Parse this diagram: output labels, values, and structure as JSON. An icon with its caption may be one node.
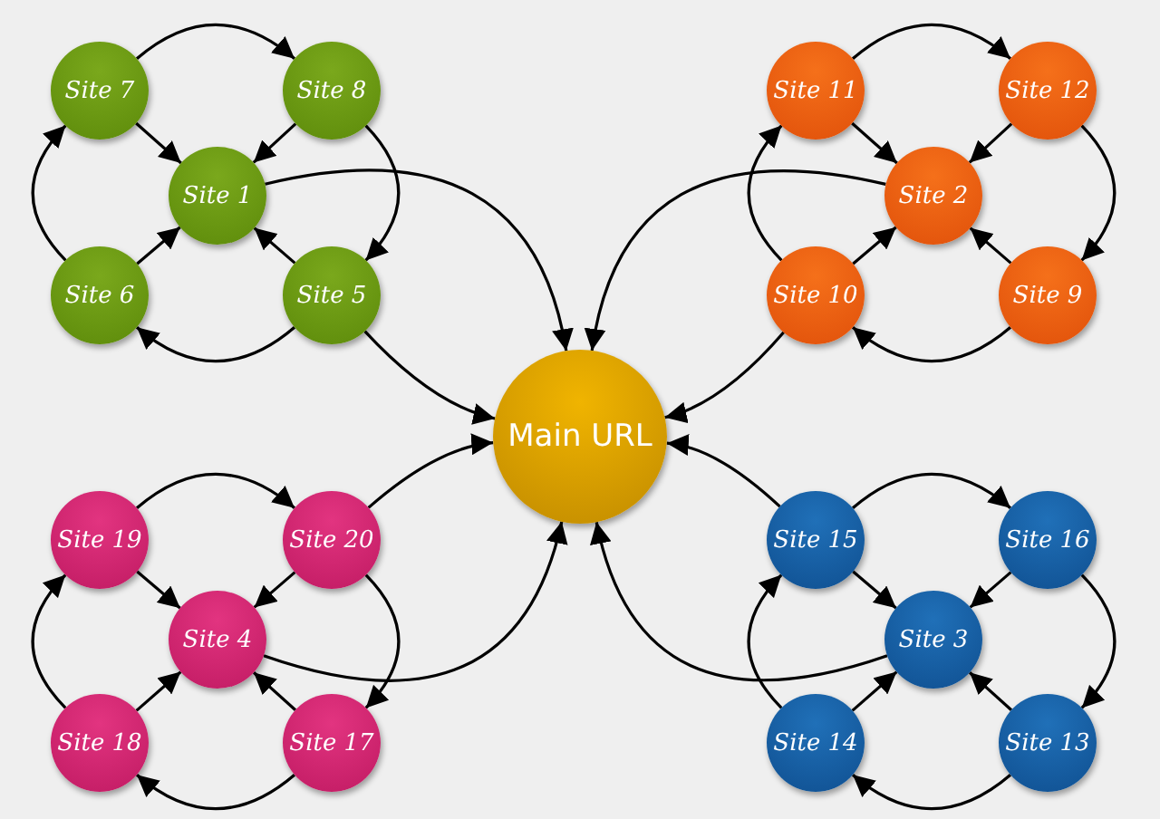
{
  "diagram": {
    "nodes": [
      {
        "text": [
          "Site 7"
        ]
      },
      {
        "text": [
          "Site 8"
        ]
      },
      {
        "text": [
          "Site 11"
        ]
      },
      {
        "text": [
          "Site 12"
        ]
      },
      {
        "text": [
          "Site 1"
        ]
      },
      {
        "text": [
          "Site 2"
        ]
      },
      {
        "text": [
          "Site 6"
        ]
      },
      {
        "text": [
          "Site 5"
        ]
      },
      {
        "text": [
          "Site 10"
        ]
      },
      {
        "text": [
          "Site 9"
        ]
      },
      {
        "text": [
          "Main URL"
        ]
      },
      {
        "text": [
          "Site 19"
        ]
      },
      {
        "text": [
          "Site 20"
        ]
      },
      {
        "text": [
          "Site 15"
        ]
      },
      {
        "text": [
          "Site 16"
        ]
      },
      {
        "text": [
          "Site 4"
        ]
      },
      {
        "text": [
          "Site 3"
        ]
      },
      {
        "text": [
          "Site 18"
        ]
      },
      {
        "text": [
          "Site 17"
        ]
      },
      {
        "text": [
          "Site 14"
        ]
      },
      {
        "text": [
          "Site 13"
        ]
      }
    ],
    "edges": [
      {
        "from": 0,
        "to": 1,
        "arrow": "to"
      },
      {
        "from": 1,
        "to": 7,
        "arrow": "to"
      },
      {
        "from": 7,
        "to": 6,
        "arrow": "to"
      },
      {
        "from": 6,
        "to": 0,
        "arrow": "to"
      },
      {
        "from": 0,
        "to": 4,
        "arrow": "to"
      },
      {
        "from": 1,
        "to": 4,
        "arrow": "to"
      },
      {
        "from": 7,
        "to": 4,
        "arrow": "to"
      },
      {
        "from": 6,
        "to": 4,
        "arrow": "to"
      },
      {
        "from": 4,
        "to": 10,
        "arrow": "to"
      },
      {
        "from": 7,
        "to": 10,
        "arrow": "to"
      },
      {
        "from": 2,
        "to": 3,
        "arrow": "to"
      },
      {
        "from": 3,
        "to": 9,
        "arrow": "to"
      },
      {
        "from": 9,
        "to": 8,
        "arrow": "to"
      },
      {
        "from": 8,
        "to": 2,
        "arrow": "to"
      },
      {
        "from": 2,
        "to": 5,
        "arrow": "to"
      },
      {
        "from": 3,
        "to": 5,
        "arrow": "to"
      },
      {
        "from": 9,
        "to": 5,
        "arrow": "to"
      },
      {
        "from": 8,
        "to": 5,
        "arrow": "to"
      },
      {
        "from": 5,
        "to": 10,
        "arrow": "to"
      },
      {
        "from": 8,
        "to": 10,
        "arrow": "to"
      },
      {
        "from": 11,
        "to": 12,
        "arrow": "to"
      },
      {
        "from": 12,
        "to": 18,
        "arrow": "to"
      },
      {
        "from": 18,
        "to": 17,
        "arrow": "to"
      },
      {
        "from": 17,
        "to": 11,
        "arrow": "to"
      },
      {
        "from": 11,
        "to": 15,
        "arrow": "to"
      },
      {
        "from": 12,
        "to": 15,
        "arrow": "to"
      },
      {
        "from": 18,
        "to": 15,
        "arrow": "to"
      },
      {
        "from": 17,
        "to": 15,
        "arrow": "to"
      },
      {
        "from": 12,
        "to": 10,
        "arrow": "to"
      },
      {
        "from": 15,
        "to": 10,
        "arrow": "to"
      },
      {
        "from": 13,
        "to": 14,
        "arrow": "to"
      },
      {
        "from": 14,
        "to": 20,
        "arrow": "to"
      },
      {
        "from": 20,
        "to": 19,
        "arrow": "to"
      },
      {
        "from": 19,
        "to": 13,
        "arrow": "to"
      },
      {
        "from": 13,
        "to": 16,
        "arrow": "to"
      },
      {
        "from": 14,
        "to": 16,
        "arrow": "to"
      },
      {
        "from": 20,
        "to": 16,
        "arrow": "to"
      },
      {
        "from": 19,
        "to": 16,
        "arrow": "to"
      },
      {
        "from": 13,
        "to": 10,
        "arrow": "to"
      },
      {
        "from": 16,
        "to": 10,
        "arrow": "to"
      }
    ]
  }
}
